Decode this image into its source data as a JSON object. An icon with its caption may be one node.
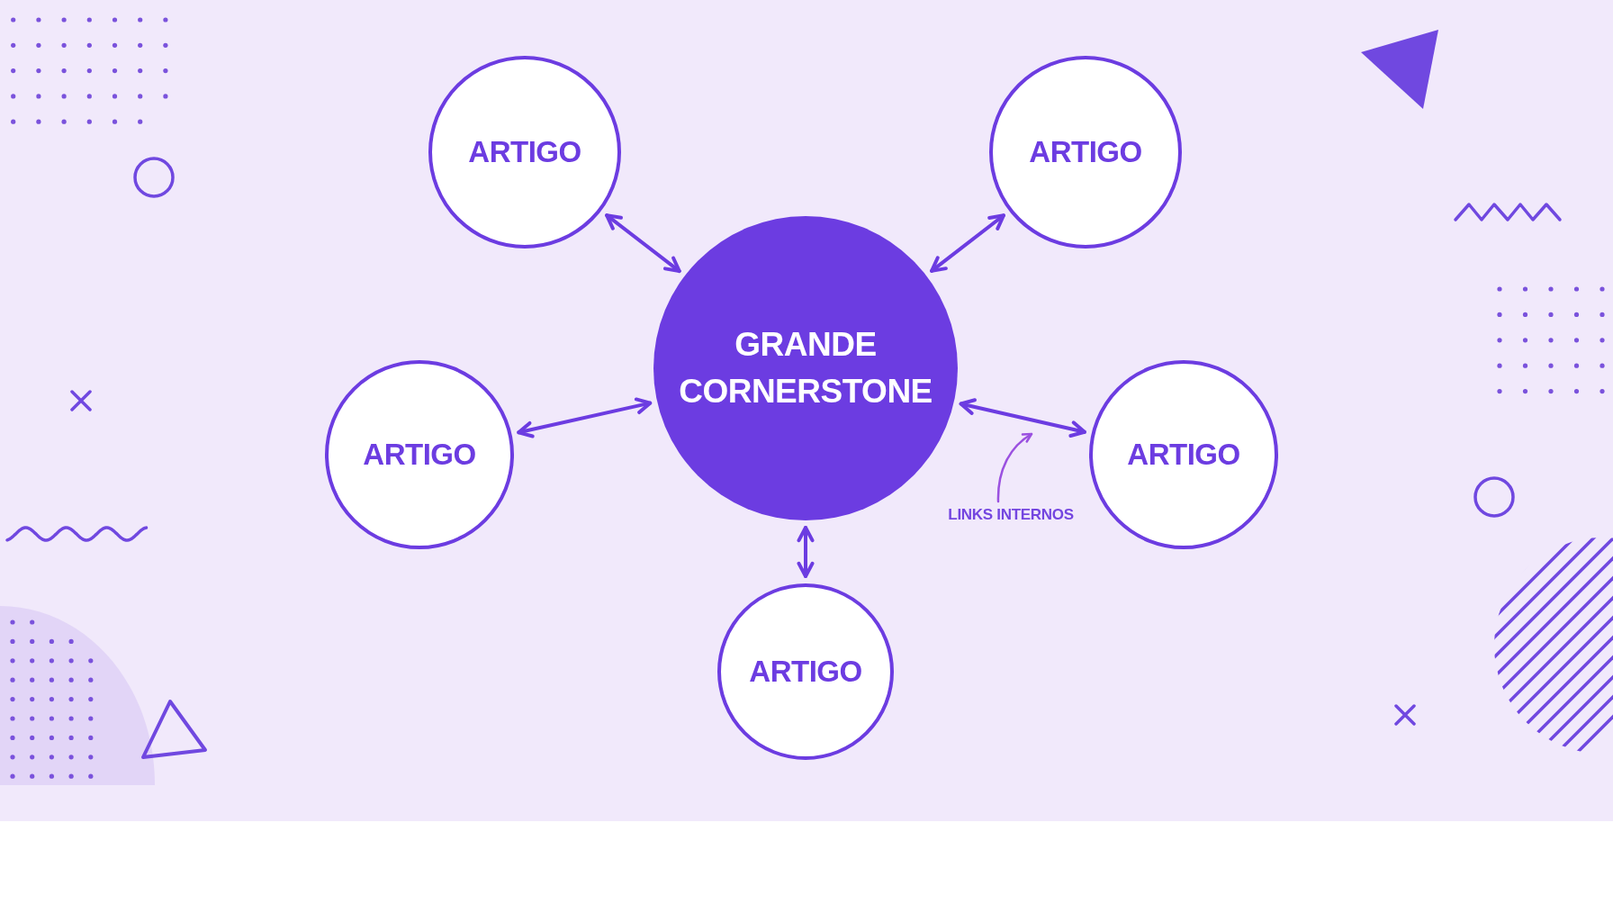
{
  "diagram": {
    "nodes": [
      {
        "text": [
          "ARTIGO"
        ]
      },
      {
        "text": [
          "ARTIGO"
        ]
      },
      {
        "text": [
          "GRANDE CORNERSTONE"
        ]
      },
      {
        "text": [
          "ARTIGO"
        ]
      },
      {
        "text": [
          "ARTIGO"
        ]
      },
      {
        "text": [
          "LINKS INTERNOS"
        ]
      },
      {
        "text": [
          "ARTIGO"
        ]
      }
    ],
    "edges": [
      {
        "from": 2,
        "to": 0,
        "arrow": "both"
      },
      {
        "from": 2,
        "to": 1,
        "arrow": "both"
      },
      {
        "from": 2,
        "to": 3,
        "arrow": "both"
      },
      {
        "from": 2,
        "to": 4,
        "arrow": "both"
      },
      {
        "from": 2,
        "to": 6,
        "arrow": "both"
      },
      {
        "from": 5,
        "to": null,
        "arrow": "to",
        "color": "#9b51e0"
      }
    ]
  }
}
